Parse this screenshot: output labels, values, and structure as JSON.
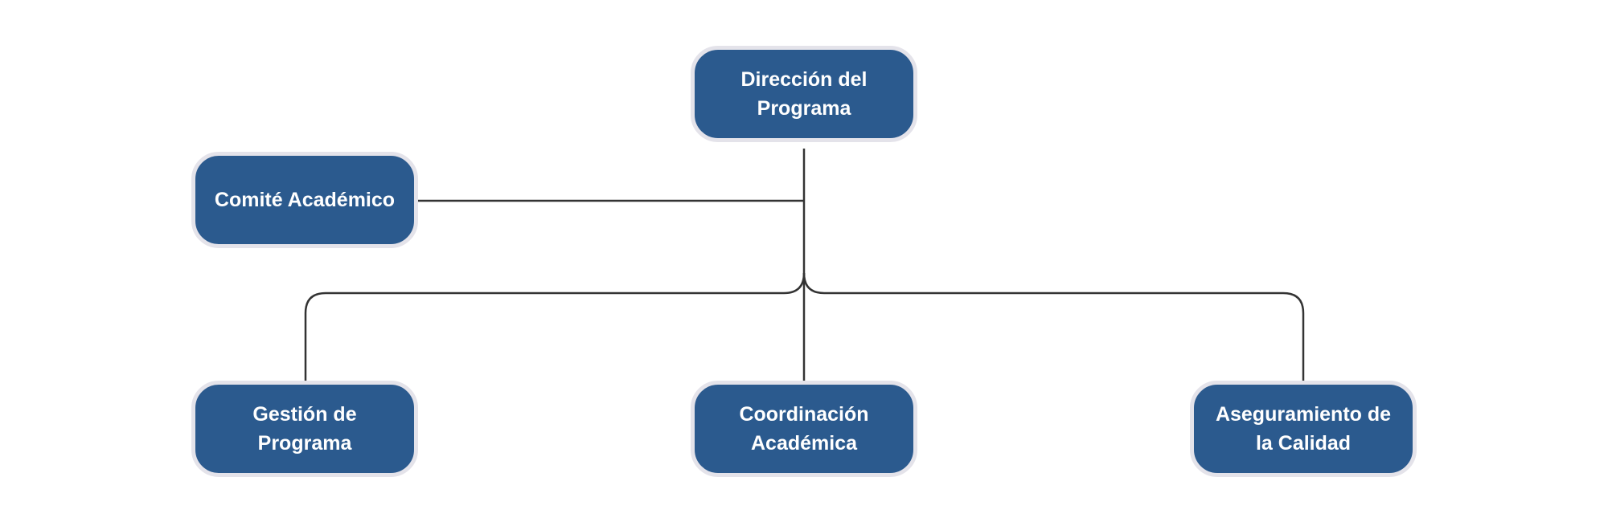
{
  "org_chart": {
    "root": {
      "label": "Dirección del Programa"
    },
    "advisory": {
      "label": "Comité Académico"
    },
    "children": [
      {
        "label": "Gestión de Programa"
      },
      {
        "label": "Coordinación Académica"
      },
      {
        "label": "Aseguramiento de la Calidad"
      }
    ]
  },
  "colors": {
    "node_fill": "#2b5a8e",
    "node_border": "#e4e3ea",
    "node_text": "#ffffff",
    "connector": "#333333",
    "background": "#ffffff"
  }
}
